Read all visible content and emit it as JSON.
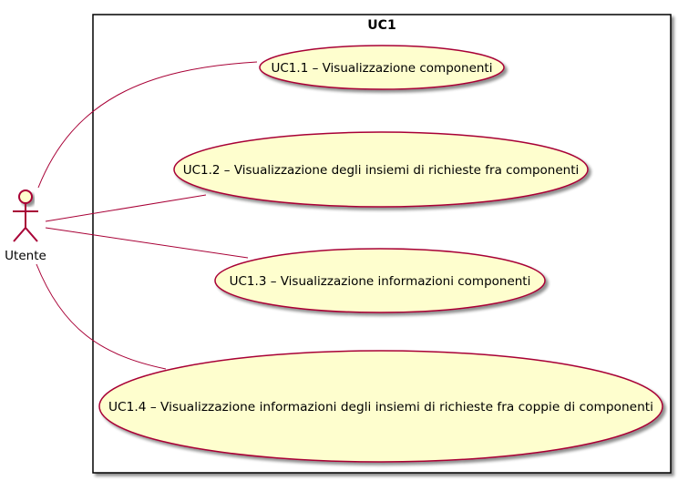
{
  "system": {
    "title": "UC1"
  },
  "actor": {
    "name": "Utente"
  },
  "use_cases": [
    {
      "id": "uc1-1",
      "label": "UC1.1 – Visualizzazione componenti"
    },
    {
      "id": "uc1-2",
      "label": "UC1.2 – Visualizzazione degli insiemi di richieste fra componenti"
    },
    {
      "id": "uc1-3",
      "label": "UC1.3 – Visualizzazione informazioni componenti"
    },
    {
      "id": "uc1-4",
      "label": "UC1.4 – Visualizzazione informazioni degli insiemi di richieste fra coppie di componenti"
    }
  ],
  "colors": {
    "use_case_fill": "#FEFECE",
    "stroke": "#A80036",
    "boundary": "#000000"
  }
}
